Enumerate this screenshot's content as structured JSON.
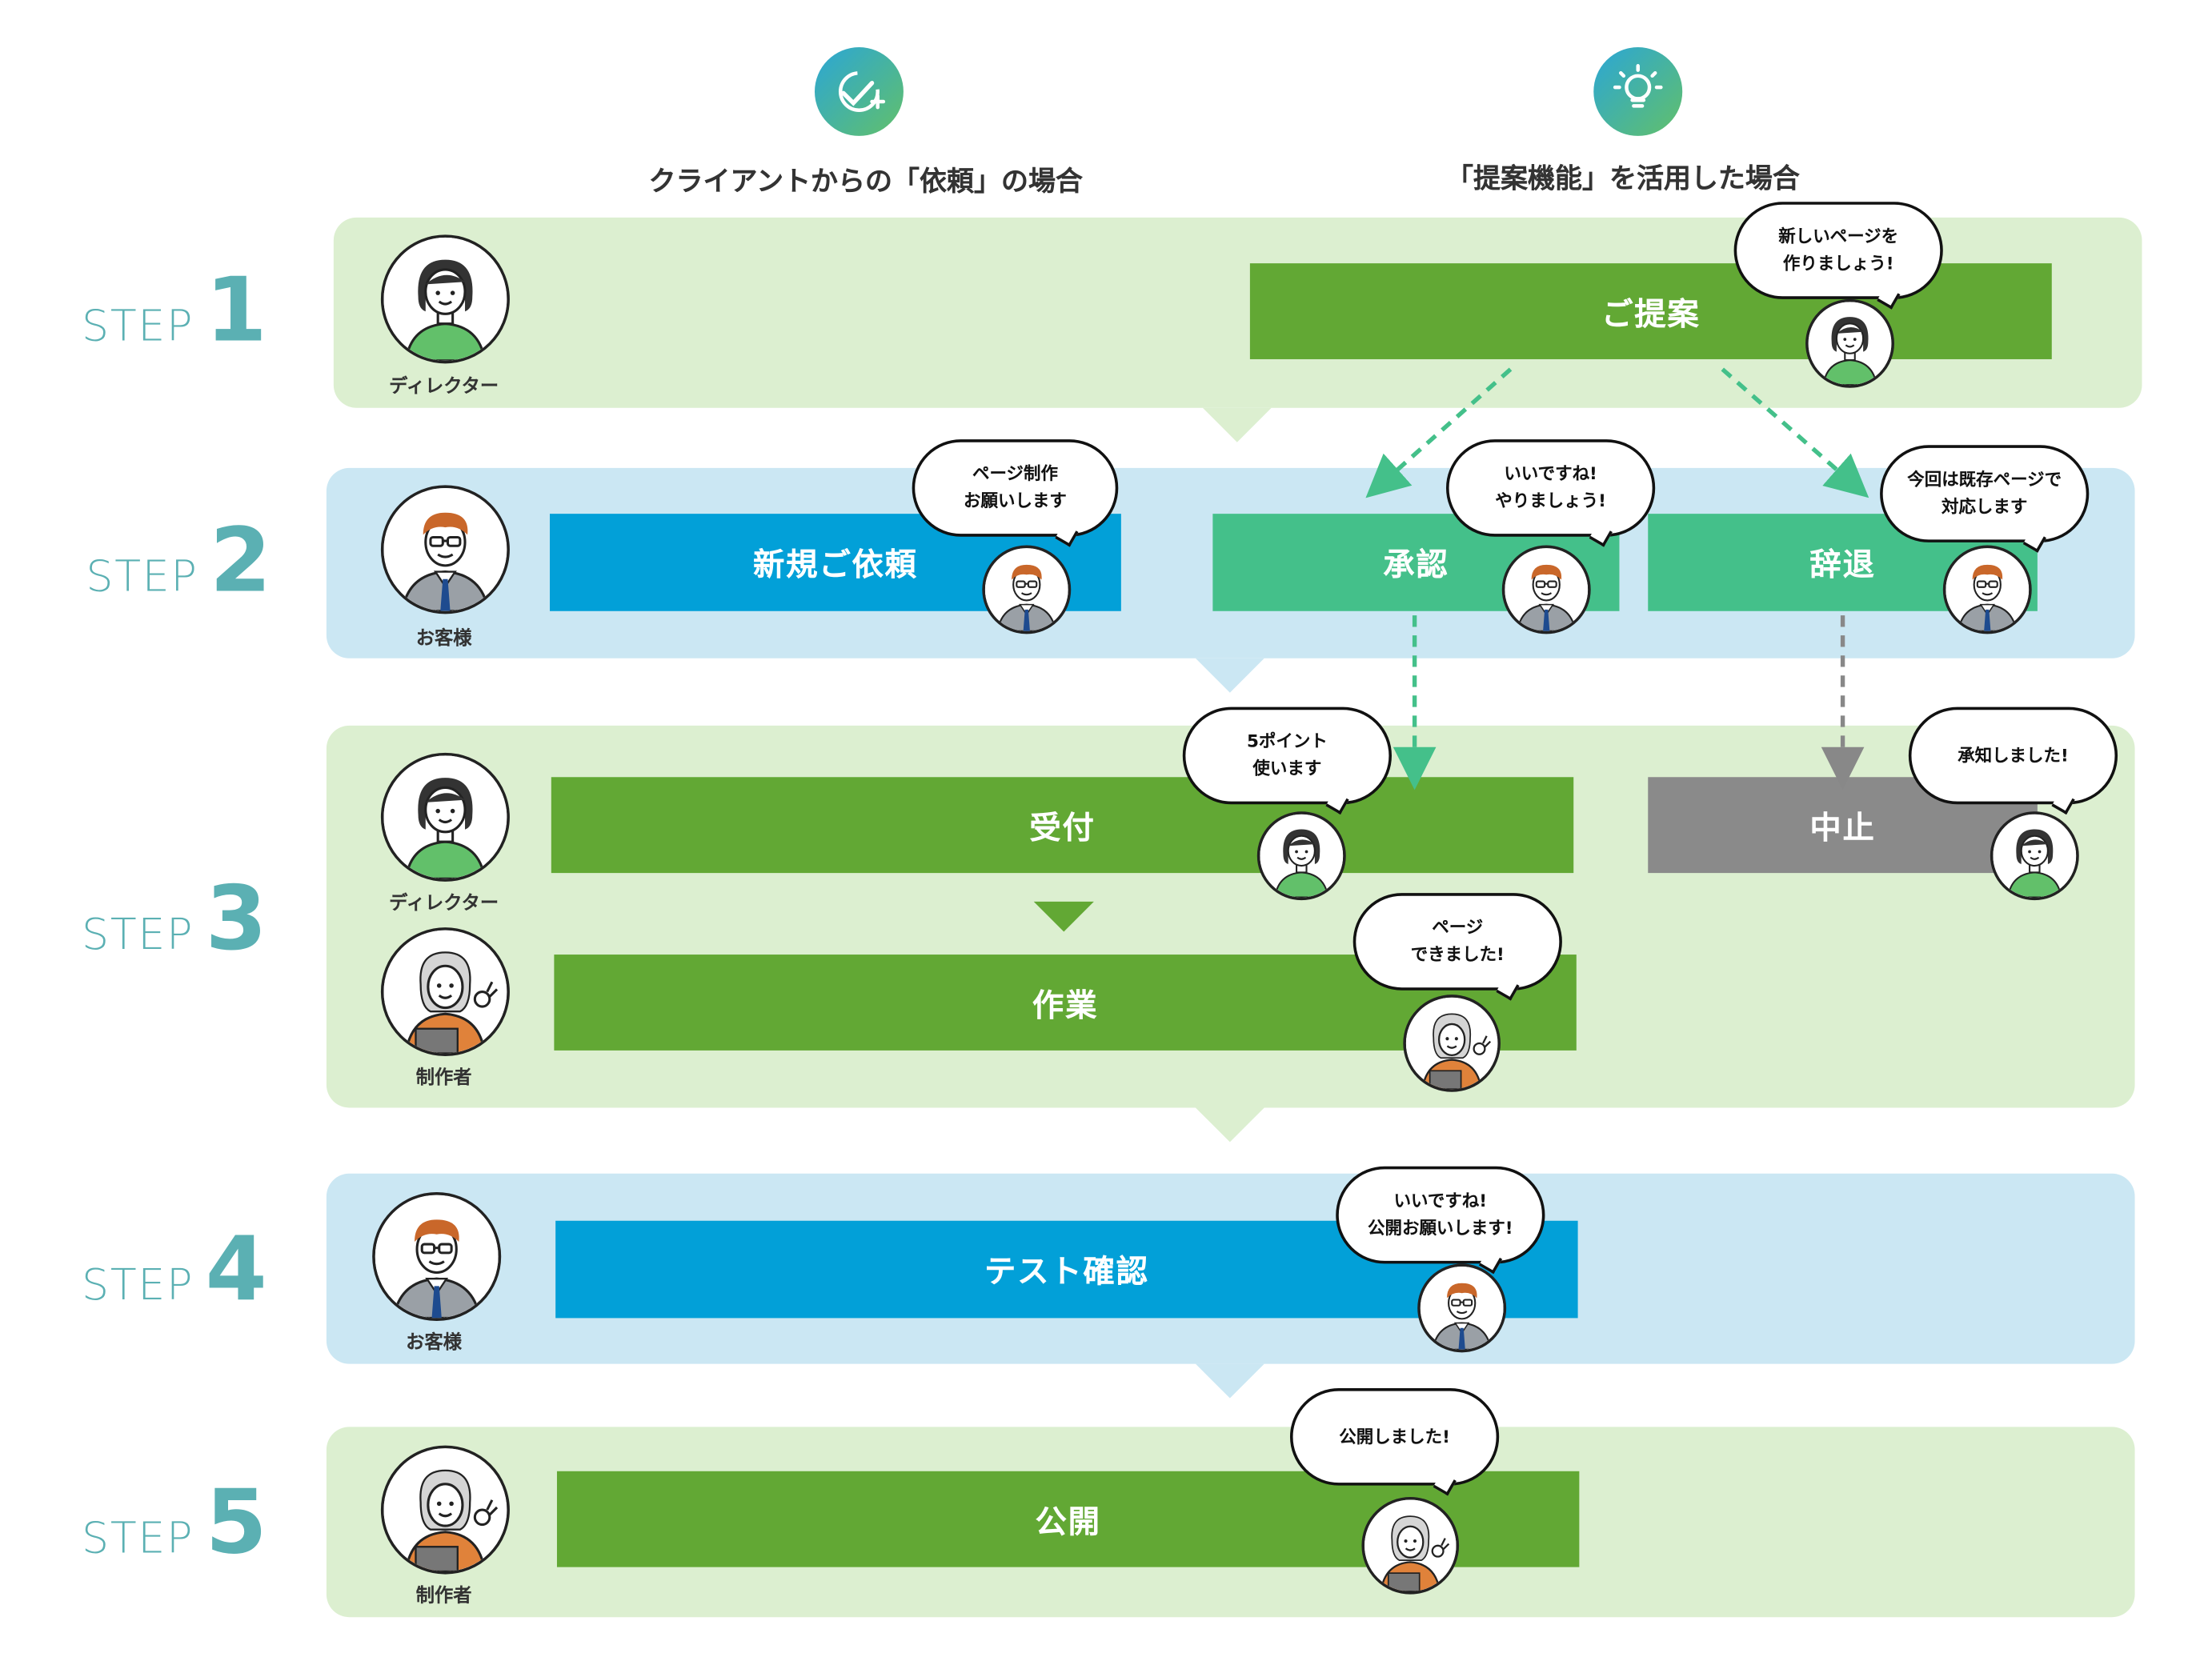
{
  "header": {
    "client_request_title": "クライアントからの「依頼」の場合",
    "proposal_title": "「提案機能」を活用した場合",
    "client_icon": "check-plus-icon",
    "proposal_icon": "lightbulb-icon"
  },
  "steps": [
    {
      "word": "STEP",
      "number": "1",
      "role": "ディレクター"
    },
    {
      "word": "STEP",
      "number": "2",
      "role": "お客様"
    },
    {
      "word": "STEP",
      "number": "3",
      "role_top": "ディレクター",
      "role_bottom": "制作者"
    },
    {
      "word": "STEP",
      "number": "4",
      "role": "お客様"
    },
    {
      "word": "STEP",
      "number": "5",
      "role": "制作者"
    }
  ],
  "bars": {
    "proposal": "ご提案",
    "new_request": "新規ご依頼",
    "approve": "承認",
    "decline": "辞退",
    "receive": "受付",
    "cancel": "中止",
    "work": "作業",
    "test": "テスト確認",
    "publish": "公開"
  },
  "bubbles": {
    "proposal": [
      "新しいページを",
      "作りましょう!"
    ],
    "new_request": [
      "ページ制作",
      "お願いします"
    ],
    "approve": [
      "いいですね!",
      "やりましょう!"
    ],
    "decline": [
      "今回は既存ページで",
      "対応します"
    ],
    "receive": [
      "5ポイント",
      "使います"
    ],
    "cancel": [
      "承知しました!"
    ],
    "work": [
      "ページ",
      "できました!"
    ],
    "test": [
      "いいですね!",
      "公開お願いします!"
    ],
    "publish": [
      "公開しました!"
    ]
  },
  "colors": {
    "band_green": "#dcefd0",
    "band_blue": "#cbe7f3",
    "bar_green": "#62a834",
    "bar_blue": "#02a0d8",
    "bar_teal": "#44c08a",
    "bar_gray": "#8a8a8a",
    "step_text": "#5bb0b3"
  }
}
